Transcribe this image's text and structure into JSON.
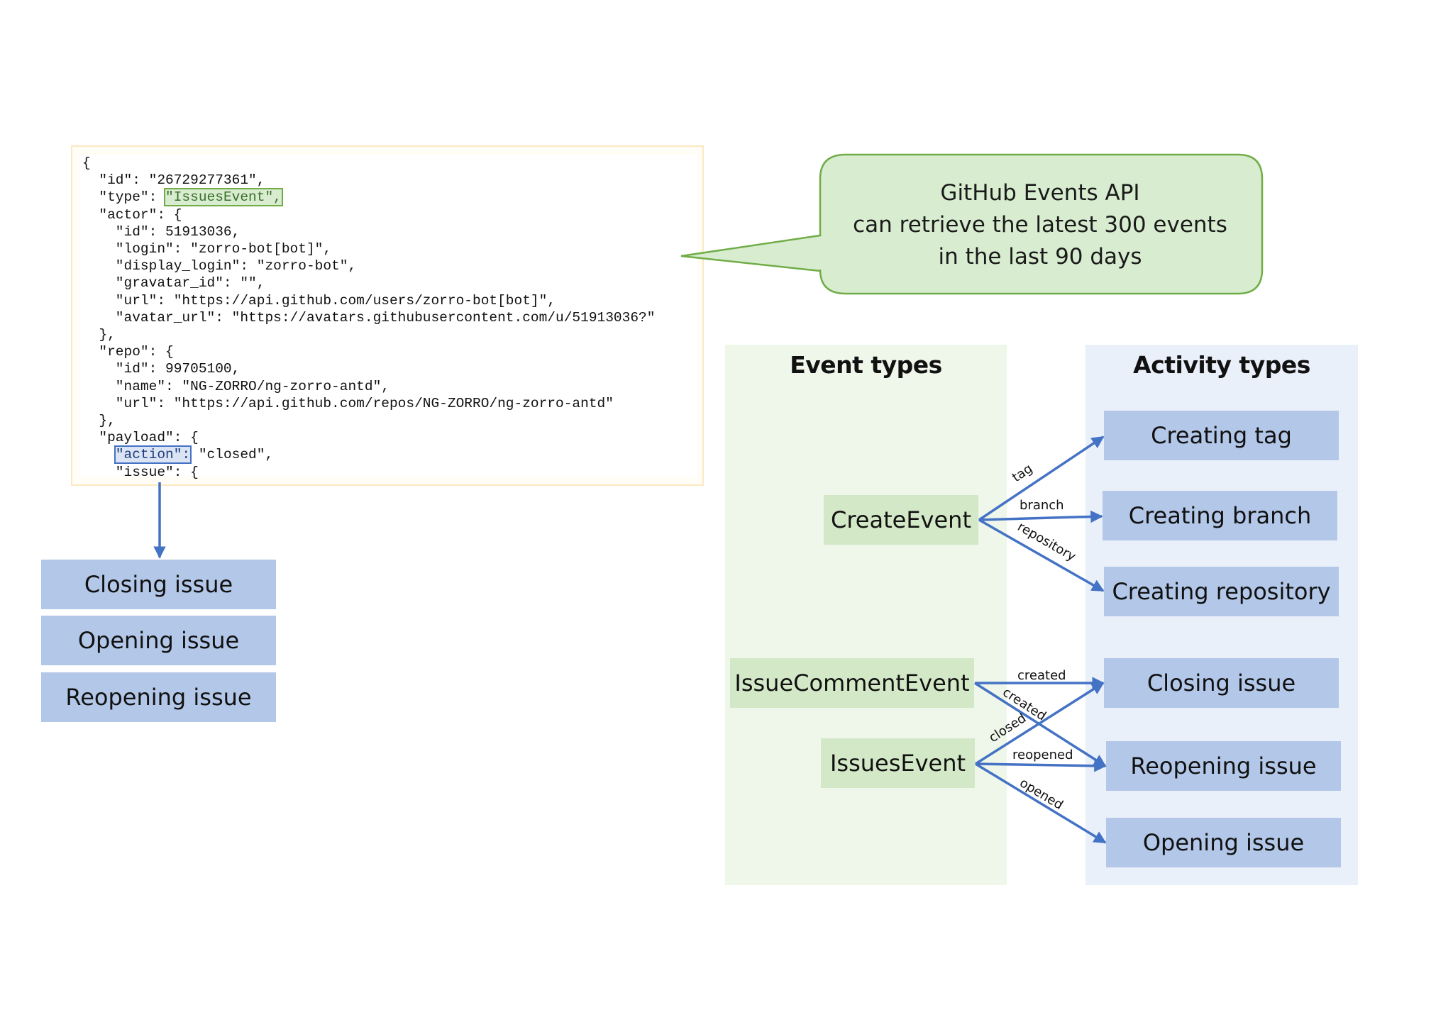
{
  "code": {
    "l01": "{",
    "l02": "  \"id\": \"26729277361\",",
    "l03a": "  \"type\": ",
    "l03b": "\"IssuesEvent\",",
    "l04": "  \"actor\": {",
    "l05": "    \"id\": 51913036,",
    "l06": "    \"login\": \"zorro-bot[bot]\",",
    "l07": "    \"display_login\": \"zorro-bot\",",
    "l08": "    \"gravatar_id\": \"\",",
    "l09": "    \"url\": \"https://api.github.com/users/zorro-bot[bot]\",",
    "l10": "    \"avatar_url\": \"https://avatars.githubusercontent.com/u/51913036?\"",
    "l11": "  },",
    "l12": "  \"repo\": {",
    "l13": "    \"id\": 99705100,",
    "l14": "    \"name\": \"NG-ZORRO/ng-zorro-antd\",",
    "l15": "    \"url\": \"https://api.github.com/repos/NG-ZORRO/ng-zorro-antd\"",
    "l16": "  },",
    "l17": "  \"payload\": {",
    "l18a": "    ",
    "l18b": "\"action\":",
    "l18c": " \"closed\",",
    "l19": "    \"issue\": {"
  },
  "callout": {
    "line1": "GitHub Events API",
    "line2": "can retrieve the latest 300 events",
    "line3": "in the last 90 days"
  },
  "left_actions": [
    "Closing issue",
    "Opening issue",
    "Reopening issue"
  ],
  "columns": {
    "events_title": "Event types",
    "activities_title": "Activity types"
  },
  "events": {
    "create": "CreateEvent",
    "issue_comment": "IssueCommentEvent",
    "issues": "IssuesEvent"
  },
  "activities": {
    "creating_tag": "Creating tag",
    "creating_branch": "Creating branch",
    "creating_repository": "Creating repository",
    "closing_issue": "Closing issue",
    "reopening_issue": "Reopening issue",
    "opening_issue": "Opening issue"
  },
  "edge_labels": {
    "tag": "tag",
    "branch": "branch",
    "repository": "repository",
    "created_1": "created",
    "created_2": "created",
    "closed": "closed",
    "reopened": "reopened",
    "opened": "opened"
  },
  "colors": {
    "green_fill": "#d3e8c6",
    "blue_fill": "#b3c7e8",
    "arrow": "#4472c4",
    "callout_fill": "#d8ecd0",
    "callout_border": "#70ad47"
  }
}
